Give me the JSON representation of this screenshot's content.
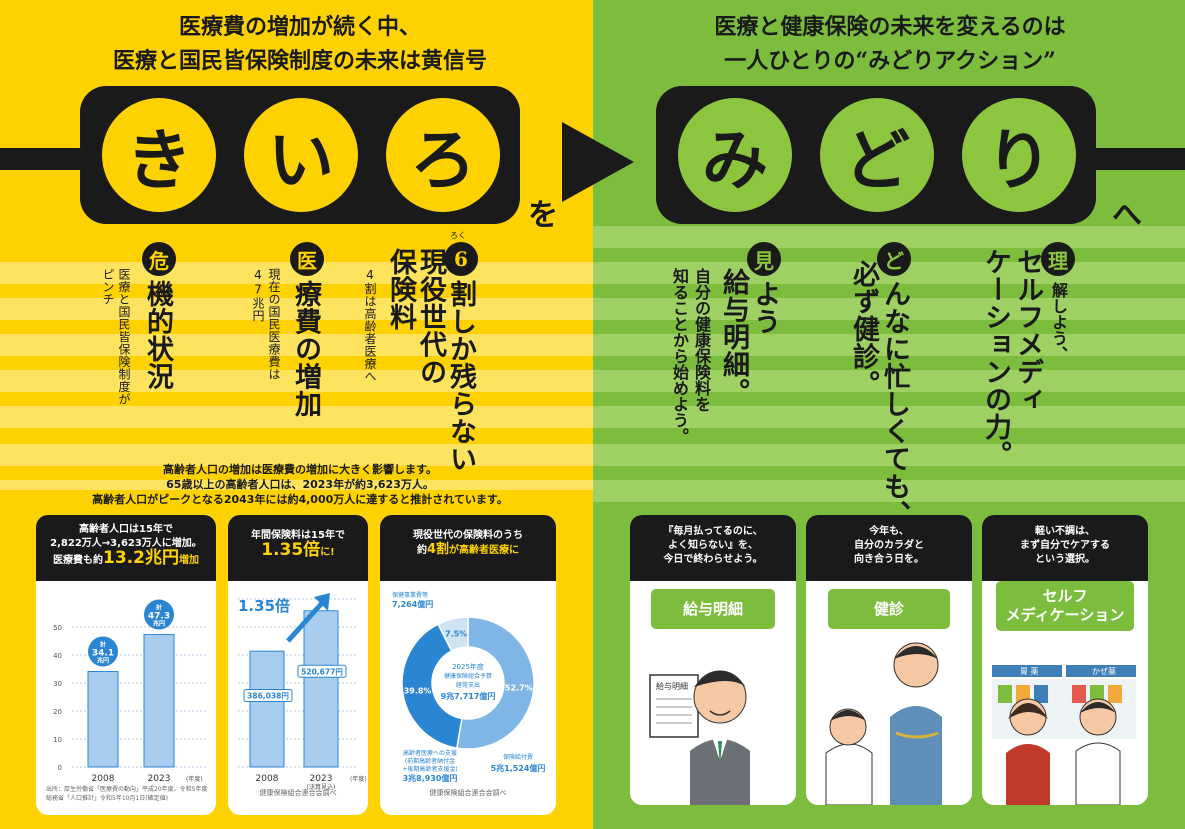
{
  "left": {
    "headline": [
      "医療費の増加が続く中、",
      "医療と国民皆保険制度の未来は黄信号"
    ],
    "word": [
      "き",
      "い",
      "ろ"
    ],
    "particle": "を",
    "points": [
      {
        "badge": "危",
        "big": "機的状況",
        "small": "医療と国民皆保険制度が",
        "small2": "ピンチ"
      },
      {
        "badge": "医",
        "big": "療費の増加",
        "small": "現在の国民医療費は",
        "small2": "47兆円"
      },
      {
        "badge": "6",
        "ruby": "ろく",
        "big": "割しか残らない",
        "big2": "現役世代の",
        "big3": "保険料",
        "small": "4割は高齢者医療へ"
      }
    ],
    "summary": [
      "高齢者人口の増加は医療費の増加に大きく影響します。",
      "65歳以上の高齢者人口は、2023年が約3,623万人。",
      "高齢者人口がピークとなる2043年には約4,000万人に達すると推計されています。"
    ]
  },
  "right": {
    "headline": [
      "医療と健康保険の未来を変えるのは",
      "一人ひとりの“みどりアクション”"
    ],
    "word": [
      "み",
      "ど",
      "り"
    ],
    "particle": "へ",
    "points": [
      {
        "badge": "見",
        "big": "よう",
        "big2": "給与明細。",
        "mid": "自分の健康保険料を",
        "mid2": "知ることから始めよう。"
      },
      {
        "badge": "ど",
        "big": "んなに忙しくても、",
        "big2": "必ず健診。"
      },
      {
        "badge": "理",
        "mid": "解しよう、",
        "big": "セルフメディ",
        "big2": "ケーションの力。"
      }
    ],
    "cards": [
      {
        "head": [
          "『毎月払ってるのに、",
          "よく知らない』を、",
          "今日で終わらせよう。"
        ],
        "button": "給与明細",
        "doc_label": "給与明細"
      },
      {
        "head": [
          "今年も、",
          "自分のカラダと",
          "向き合う日を。"
        ],
        "button": "健診"
      },
      {
        "head": [
          "軽い不調は、",
          "まず自分でケアする",
          "という選択。"
        ],
        "button": [
          "セルフ",
          "メディケーション"
        ],
        "sign1": "胃 薬",
        "sign2": "かぜ薬"
      }
    ]
  },
  "card1": {
    "head": [
      "高齢者人口は15年で",
      "2,822万人→3,623万人に増加。"
    ],
    "head3_pre": "医療費も約",
    "head3_big": "13.2兆円",
    "head3_post": "増加",
    "source": [
      "出所：厚生労働省「医療費の動向」平成20年度、令和5年度",
      "総務省「人口推計」令和5年10月1日(確定値)"
    ]
  },
  "card2": {
    "head": "年間保険料は15年で",
    "head_big": "1.35倍",
    "head_post": "に!",
    "ratio_label": "1.35倍",
    "source": "健康保険組合連合会調べ"
  },
  "card3": {
    "head": "現役世代の保険料のうち",
    "head2_pre": "約",
    "head2_big": "4割",
    "head2_post": "が高齢者医療に",
    "center": [
      "2025年度",
      "健康保険組合予算",
      "経常支出"
    ],
    "center_total": "9兆7,717億円",
    "seg_labels": [
      {
        "name": "保健事業費等",
        "amount": "7,264億円"
      },
      {
        "name": "高齢者医療への支援",
        "name2": "(前期高齢者納付金",
        "name3": "+後期高齢者支援金)",
        "amount": "3兆8,930億円"
      },
      {
        "name": "保険給付費",
        "amount": "5兆1,524億円"
      }
    ],
    "source": "健康保険組合連合会調べ"
  },
  "chart_data": [
    {
      "type": "bar",
      "categories": [
        "2008",
        "2023"
      ],
      "values": [
        34.1,
        47.3
      ],
      "labels": [
        [
          "計",
          "34.1",
          "兆円"
        ],
        [
          "計",
          "47.3",
          "兆円"
        ]
      ],
      "xlabel": "(年度)",
      "ylim": [
        0,
        50
      ],
      "yticks": [
        "0",
        "10",
        "20",
        "30",
        "40",
        "50"
      ],
      "grid": true
    },
    {
      "type": "bar",
      "categories": [
        "2008",
        "2023"
      ],
      "cat_sub": [
        "",
        "(決算見込)"
      ],
      "values": [
        386038,
        520677
      ],
      "labels": [
        "386,038円",
        "520,677円"
      ],
      "xlabel": "(年度)",
      "grid": true
    },
    {
      "type": "pie",
      "series": [
        {
          "name": "保険給付費",
          "value": 52.7,
          "label": "52.7%",
          "color": "#7fb6e6"
        },
        {
          "name": "高齢者医療への支援",
          "value": 39.8,
          "label": "39.8%",
          "color": "#2a86d3"
        },
        {
          "name": "保健事業費等",
          "value": 7.5,
          "label": "7.5%",
          "color": "#cfe3f5"
        }
      ]
    }
  ],
  "colors": {
    "yellow": "#fdd200",
    "green": "#7dbd3d",
    "dark": "#1a1a1a",
    "blue": "#2a86d3",
    "lightblue": "#a9cdef"
  }
}
